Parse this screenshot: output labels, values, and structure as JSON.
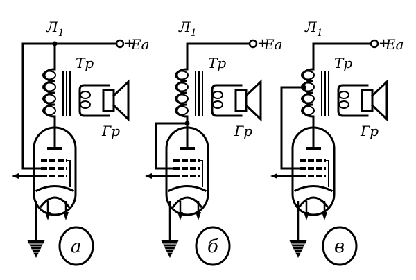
{
  "figure": {
    "title": "Three circuit variants of a pentode output stage with output transformer and loudspeaker",
    "ink_color": "#000000",
    "background_color": "#ffffff"
  },
  "labels": {
    "tube": "Л₁",
    "tube_base": "Л",
    "tube_sub": "1",
    "transformer": "Тр",
    "speaker": "Гр",
    "supply": "+Еа",
    "supply_plus": "+",
    "supply_sym": "Еа"
  },
  "circuits": [
    {
      "id": "a",
      "tag": "а",
      "screen_grid_connection": "supply-line"
    },
    {
      "id": "b",
      "tag": "б",
      "screen_grid_connection": "anode"
    },
    {
      "id": "v",
      "tag": "в",
      "screen_grid_connection": "primary-tap"
    }
  ]
}
